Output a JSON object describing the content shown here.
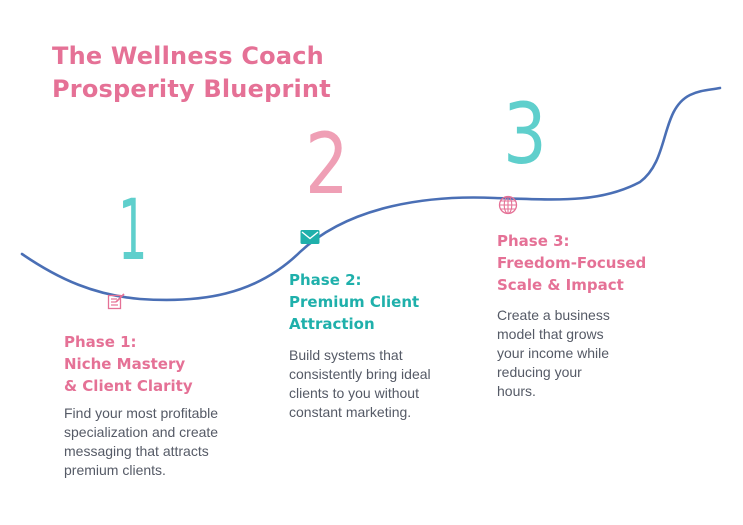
{
  "title": {
    "line1": "The Wellness Coach",
    "line2": "Prosperity Blueprint"
  },
  "colors": {
    "pink": "#e57196",
    "teal": "#1fb0ab",
    "number_teal": "#5fcfcc",
    "number_pink": "#ef9fb5",
    "curve": "#4a6fb5",
    "text": "#555a66"
  },
  "steps": [
    {
      "number": "1",
      "icon": "edit-document-icon",
      "heading": [
        "Phase 1:",
        "Niche Mastery",
        "& Client Clarity"
      ],
      "description": [
        "Find your most profitable",
        "specialization and create",
        "messaging that attracts",
        "premium clients."
      ]
    },
    {
      "number": "2",
      "icon": "envelope-icon",
      "heading": [
        "Phase 2:",
        "Premium Client",
        "Attraction"
      ],
      "description": [
        "Build systems that",
        "consistently bring ideal",
        "clients to you without",
        "constant marketing."
      ]
    },
    {
      "number": "3",
      "icon": "globe-icon",
      "heading": [
        "Phase 3:",
        "Freedom-Focused",
        "Scale & Impact"
      ],
      "description": [
        "Create a business",
        "model that grows",
        "your income while",
        "reducing your",
        "hours."
      ]
    }
  ]
}
